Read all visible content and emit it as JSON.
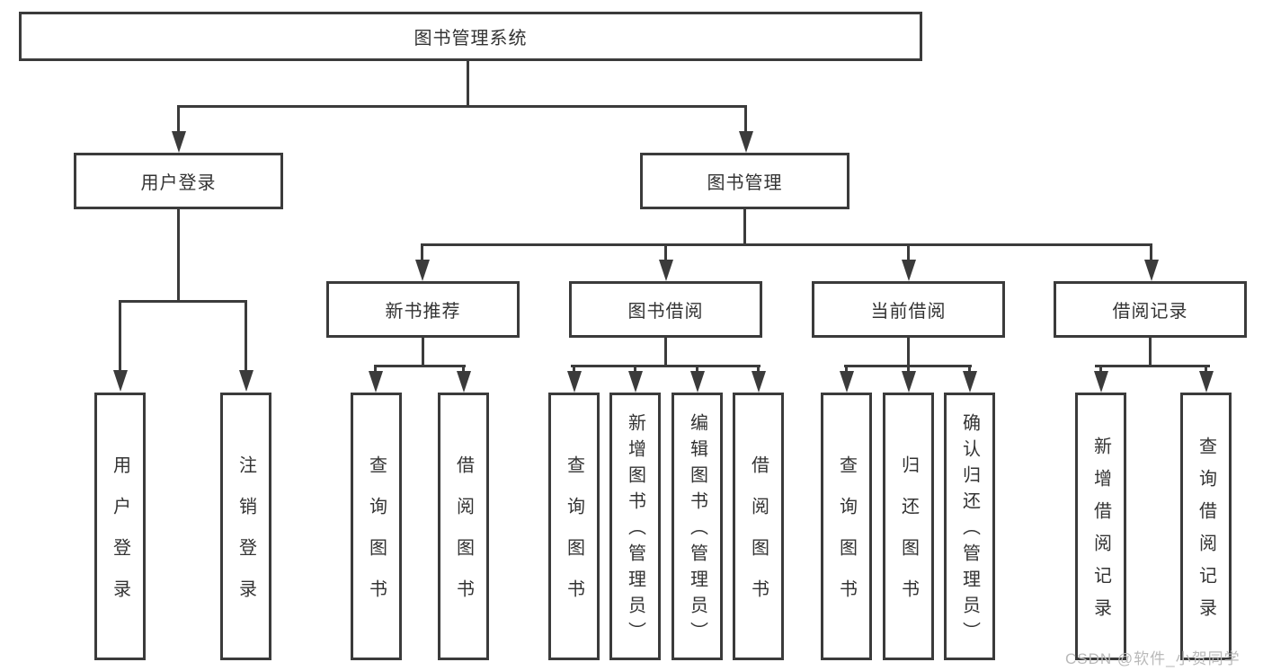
{
  "diagram": {
    "title_node": {
      "label": "图书管理系统"
    },
    "level2": [
      {
        "label": "用户登录"
      },
      {
        "label": "图书管理"
      }
    ],
    "level3": [
      {
        "label": "新书推荐"
      },
      {
        "label": "图书借阅"
      },
      {
        "label": "当前借阅"
      },
      {
        "label": "借阅记录"
      }
    ],
    "leaves": {
      "user_login": [
        "用户登录",
        "注销登录"
      ],
      "new_book": [
        "查询图书",
        "借阅图书"
      ],
      "book_borrow": [
        "查询图书",
        "新增图书（管理员）",
        "编辑图书（管理员）",
        "借阅图书"
      ],
      "current_borrow": [
        "查询图书",
        "归还图书",
        "确认归还（管理员）"
      ],
      "borrow_record": [
        "新增借阅记录",
        "查询借阅记录"
      ]
    }
  },
  "watermark": {
    "text": "CSDN @软件_小贺同学"
  },
  "colors": {
    "line": "#3b3b3b",
    "text": "#333333",
    "background": "#ffffff",
    "watermark": "#b9b9b9"
  }
}
